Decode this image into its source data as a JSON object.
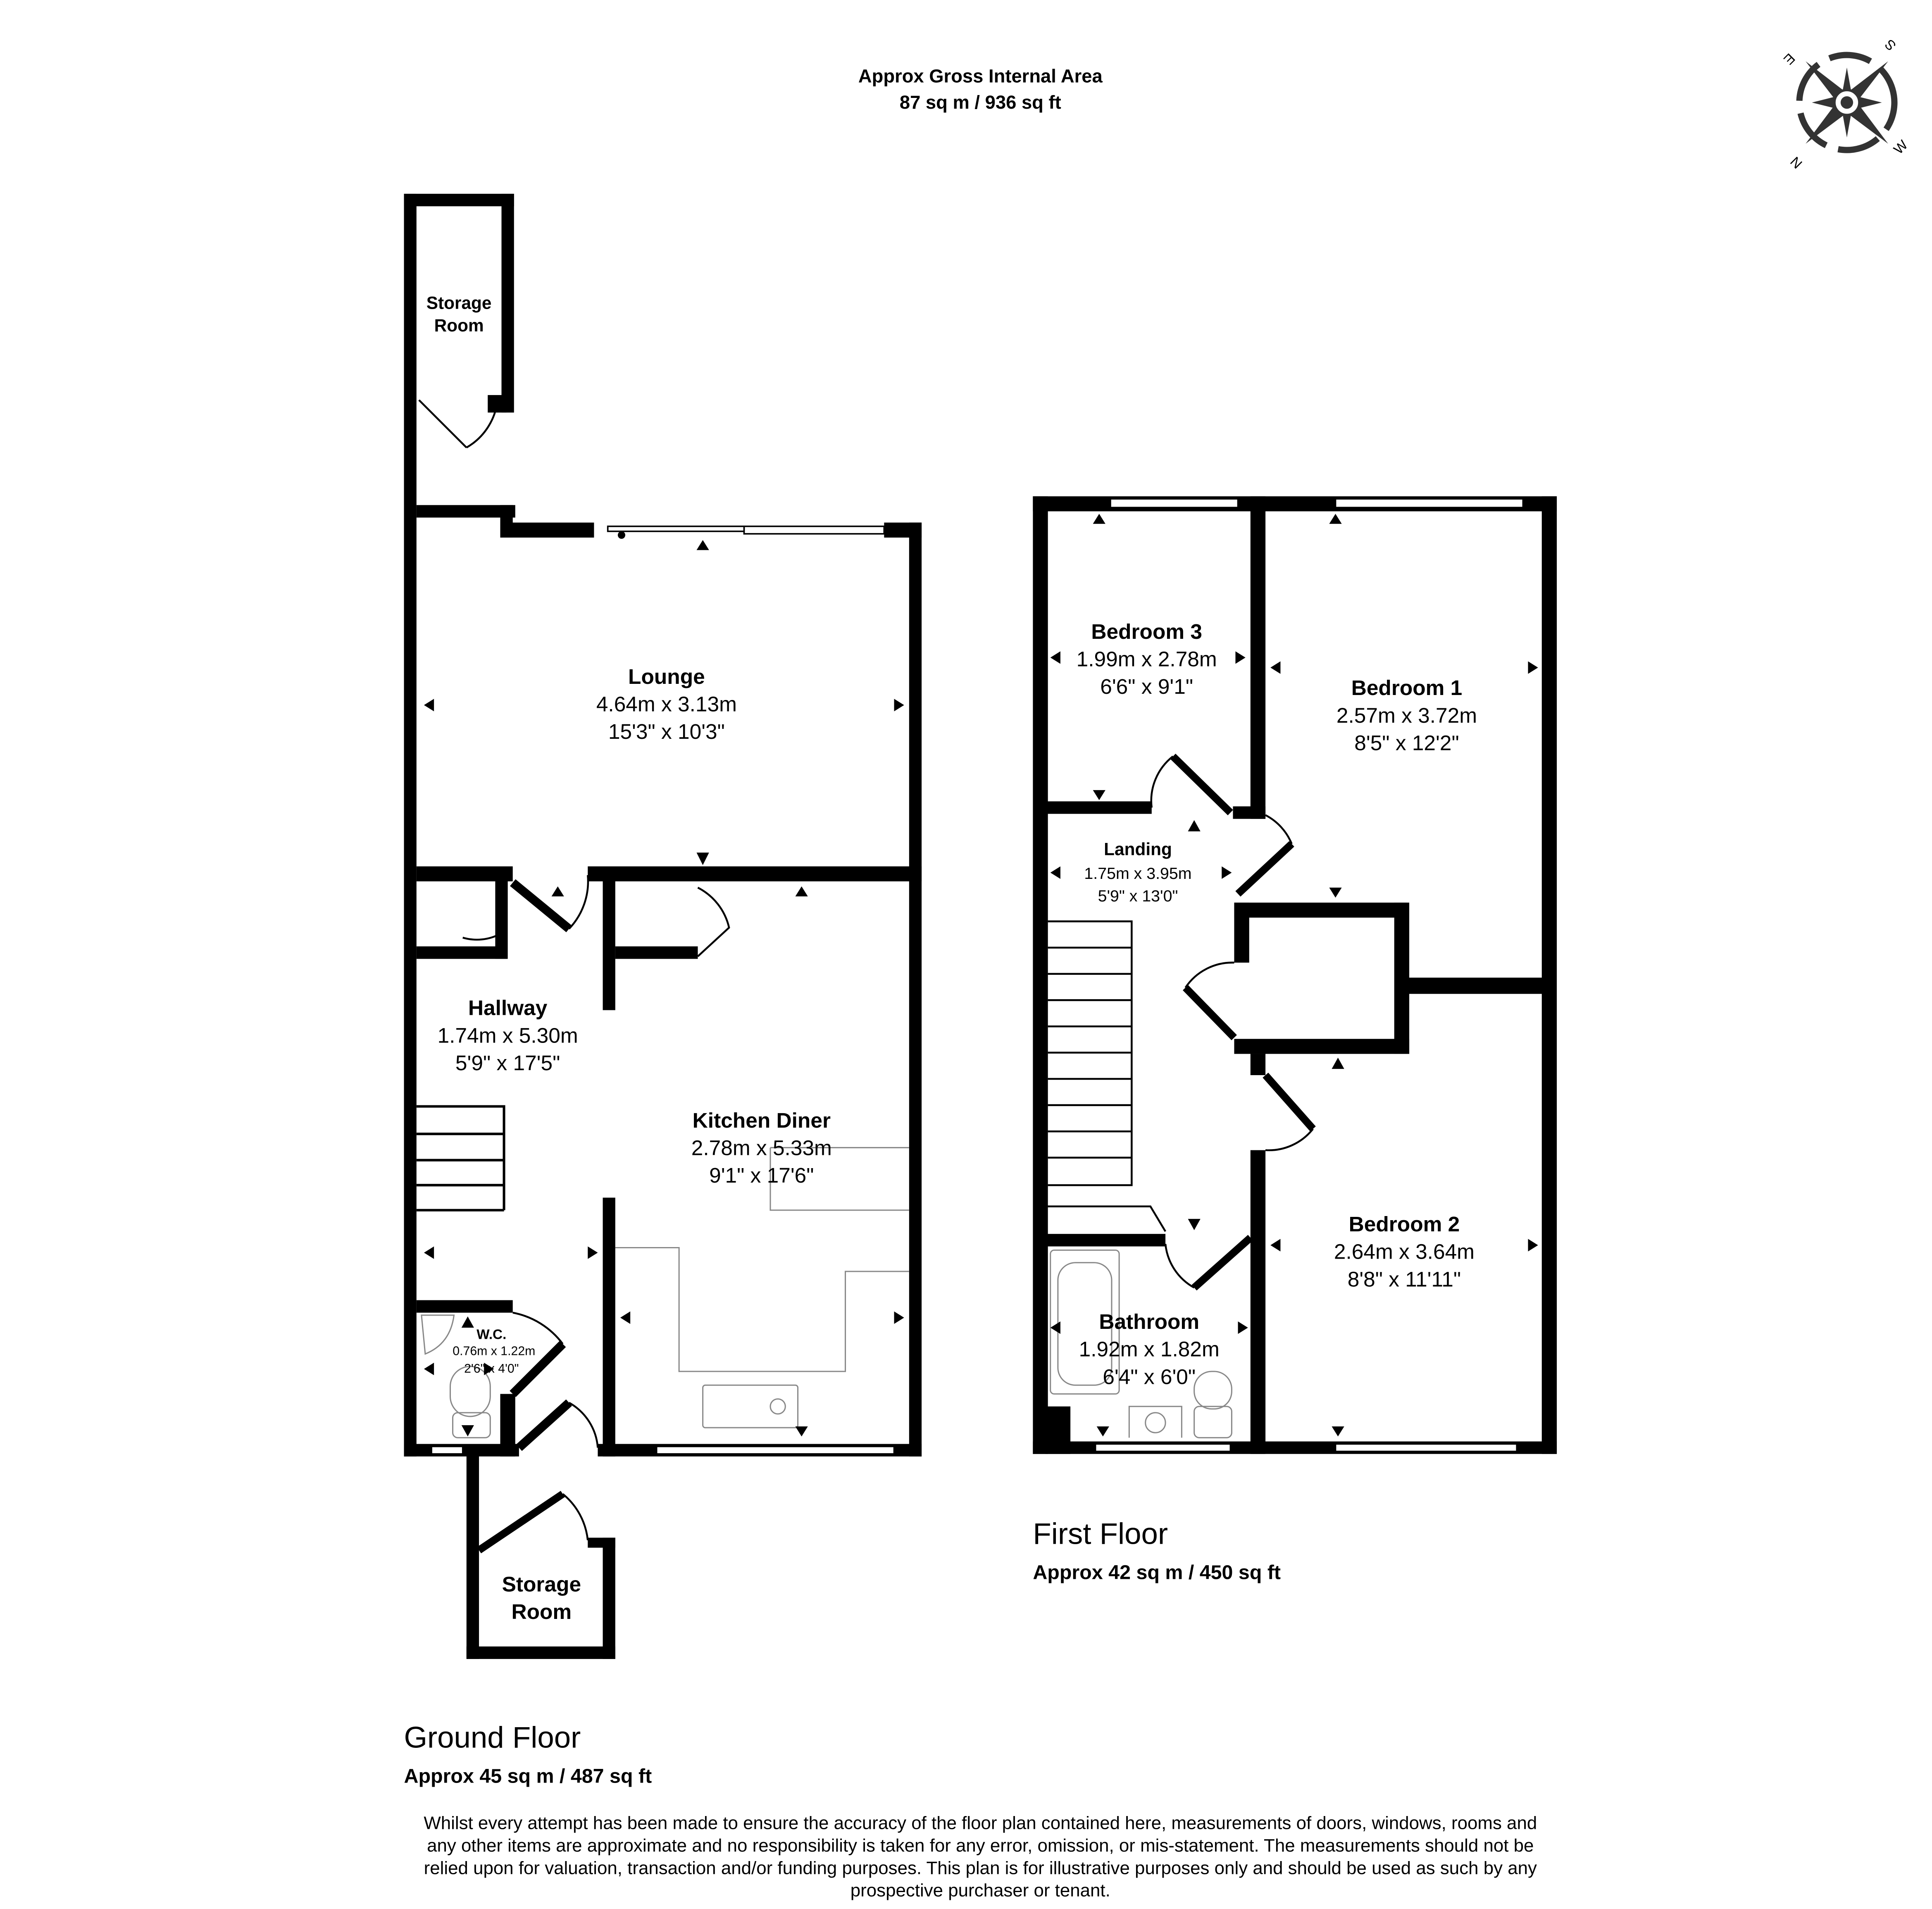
{
  "header": {
    "title": "Approx Gross Internal Area",
    "area": "87 sq m / 936 sq ft"
  },
  "compass": {
    "labels": [
      "N",
      "E",
      "S",
      "W"
    ]
  },
  "ground_floor": {
    "title": "Ground Floor",
    "area": "Approx 45 sq m / 487 sq ft",
    "rooms": {
      "storage_top": {
        "name1": "Storage",
        "name2": "Room"
      },
      "lounge": {
        "name": "Lounge",
        "metric": "4.64m x 3.13m",
        "imperial": "15'3\" x 10'3\""
      },
      "hallway": {
        "name": "Hallway",
        "metric": "1.74m x 5.30m",
        "imperial": "5'9\" x 17'5\""
      },
      "kitchen": {
        "name": "Kitchen Diner",
        "metric": "2.78m x 5.33m",
        "imperial": "9'1\" x 17'6\""
      },
      "wc": {
        "name": "W.C.",
        "metric": "0.76m x 1.22m",
        "imperial": "2'6\" x 4'0\""
      },
      "storage_bottom": {
        "name1": "Storage",
        "name2": "Room"
      }
    }
  },
  "first_floor": {
    "title": "First Floor",
    "area": "Approx 42 sq m / 450 sq ft",
    "rooms": {
      "bedroom3": {
        "name": "Bedroom 3",
        "metric": "1.99m x 2.78m",
        "imperial": "6'6\" x 9'1\""
      },
      "bedroom1": {
        "name": "Bedroom 1",
        "metric": "2.57m x 3.72m",
        "imperial": "8'5\" x 12'2\""
      },
      "landing": {
        "name": "Landing",
        "metric": "1.75m x 3.95m",
        "imperial": "5'9\" x 13'0\""
      },
      "bedroom2": {
        "name": "Bedroom 2",
        "metric": "2.64m x 3.64m",
        "imperial": "8'8\" x 11'11\""
      },
      "bathroom": {
        "name": "Bathroom",
        "metric": "1.92m x 1.82m",
        "imperial": "6'4\" x 6'0\""
      }
    }
  },
  "disclaimer": [
    "Whilst every attempt has been made to ensure the accuracy of the floor plan contained here, measurements of doors, windows, rooms and",
    "any other items are approximate and no responsibility is taken for any error, omission, or mis-statement. The measurements should not be",
    "relied upon for valuation, transaction and/or funding purposes. This plan is for illustrative purposes only and should be used as such by any",
    "prospective purchaser or tenant."
  ]
}
